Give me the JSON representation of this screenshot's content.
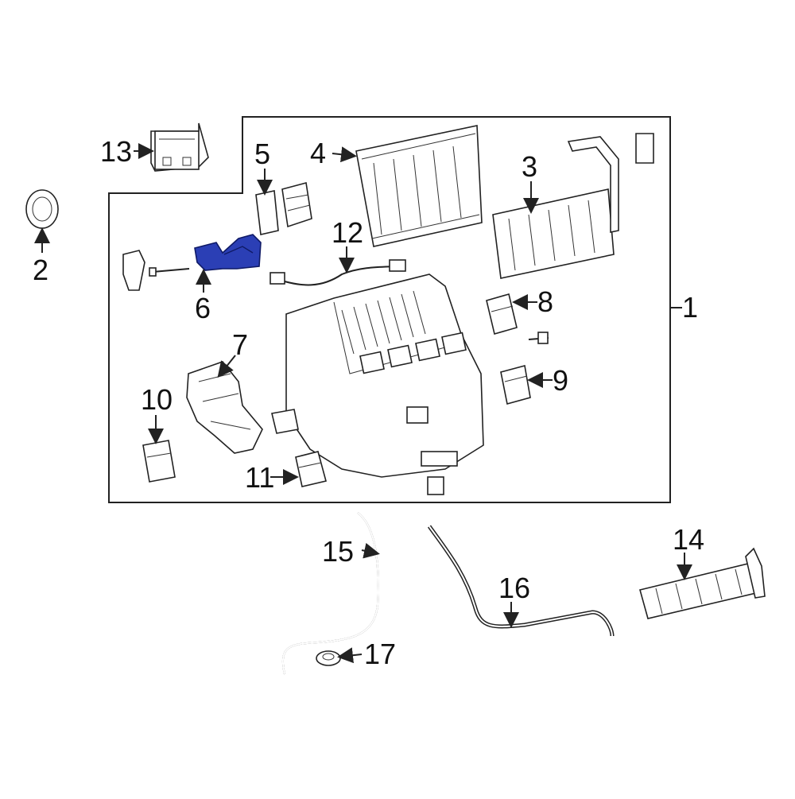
{
  "callouts": [
    {
      "id": "1",
      "label": "1"
    },
    {
      "id": "2",
      "label": "2"
    },
    {
      "id": "3",
      "label": "3"
    },
    {
      "id": "4",
      "label": "4"
    },
    {
      "id": "5",
      "label": "5"
    },
    {
      "id": "6",
      "label": "6"
    },
    {
      "id": "7",
      "label": "7"
    },
    {
      "id": "8",
      "label": "8"
    },
    {
      "id": "9",
      "label": "9"
    },
    {
      "id": "10",
      "label": "10"
    },
    {
      "id": "11",
      "label": "11"
    },
    {
      "id": "12",
      "label": "12"
    },
    {
      "id": "13",
      "label": "13"
    },
    {
      "id": "14",
      "label": "14"
    },
    {
      "id": "15",
      "label": "15"
    },
    {
      "id": "16",
      "label": "16"
    },
    {
      "id": "17",
      "label": "17"
    }
  ],
  "highlighted_part": "6",
  "colors": {
    "highlight": "#2b3fb5",
    "line": "#222222",
    "background": "#ffffff"
  }
}
